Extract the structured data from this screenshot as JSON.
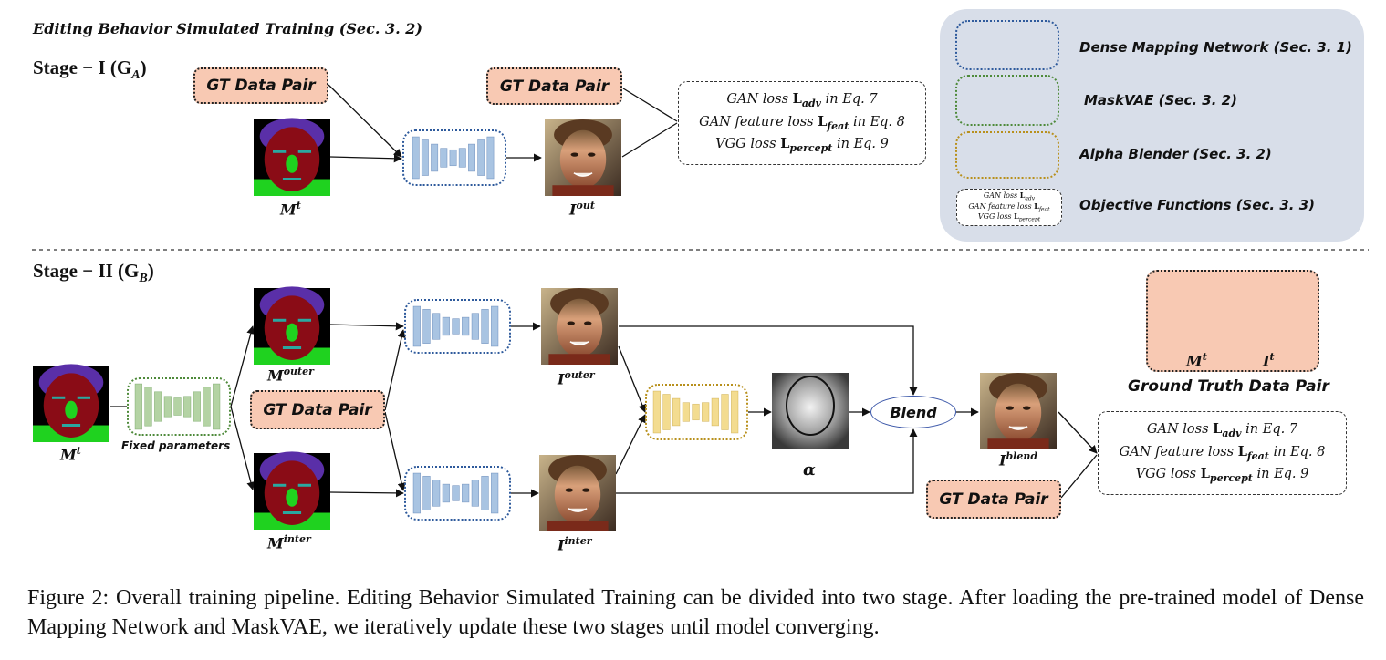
{
  "header": {
    "title": "Editing Behavior Simulated Training",
    "title_ref": "(Sec. 3. 2)",
    "stage1": "Stage − I (G",
    "stage1_sub": "A",
    "stage2": "Stage − II (G",
    "stage2_sub": "B"
  },
  "labels": {
    "gt_data_pair": "GT Data Pair",
    "mt_top": "M",
    "mt_top_sup": "t",
    "iout": "I",
    "iout_sup": "out",
    "mouter": "M",
    "mouter_sup": "outer",
    "minter": "M",
    "minter_sup": "inter",
    "mt_left": "M",
    "mt_left_sup": "t",
    "iouter": "I",
    "iouter_sup": "outer",
    "iinter": "I",
    "iinter_sup": "inter",
    "alpha": "α",
    "blend": "Blend",
    "iblend": "I",
    "iblend_sup": "blend",
    "fixed_parameters": "Fixed parameters",
    "gt_mt": "M",
    "gt_mt_sup": "t",
    "gt_it": "I",
    "gt_it_sup": "t",
    "ground_truth_pair": "Ground Truth Data Pair"
  },
  "losses": {
    "line1_pre": "GAN loss ",
    "line1_sym": "L",
    "line1_sub": "adv",
    "line1_post": " in Eq. 7",
    "line2_pre": "GAN feature loss ",
    "line2_sym": "L",
    "line2_sub": "feat",
    "line2_post": " in Eq. 8",
    "line3_pre": "VGG loss ",
    "line3_sym": "L",
    "line3_sub": "percept",
    "line3_post": " in Eq. 9"
  },
  "legend": {
    "dense": "Dense Mapping Network",
    "dense_ref": "(Sec. 3. 1)",
    "maskvae": "MaskVAE",
    "maskvae_ref": "(Sec. 3. 2)",
    "alpha": "Alpha Blender",
    "alpha_ref": "(Sec. 3. 2)",
    "objective": "Objective Functions",
    "objective_ref": "(Sec. 3. 3)"
  },
  "caption": {
    "text": "Figure 2: Overall training pipeline. Editing Behavior Simulated Training can be divided into two stage. After loading the pre-trained model of Dense Mapping Network and MaskVAE, we iteratively update these two stages until model converging."
  },
  "colors": {
    "dense_net": "#a9c4e2",
    "dense_border": "#2e5a9c",
    "maskvae_net": "#b4d3a4",
    "maskvae_border": "#4e8a3a",
    "alpha_net": "#f3dc90",
    "alpha_border": "#b8901c",
    "gt_fill": "#f8c9b3",
    "legend_bg": "#d8dee9",
    "mask_purple": "#5a2fa8",
    "mask_red": "#8a0c16",
    "mask_green": "#1fd21f",
    "mask_teal": "#2aa8a0"
  }
}
